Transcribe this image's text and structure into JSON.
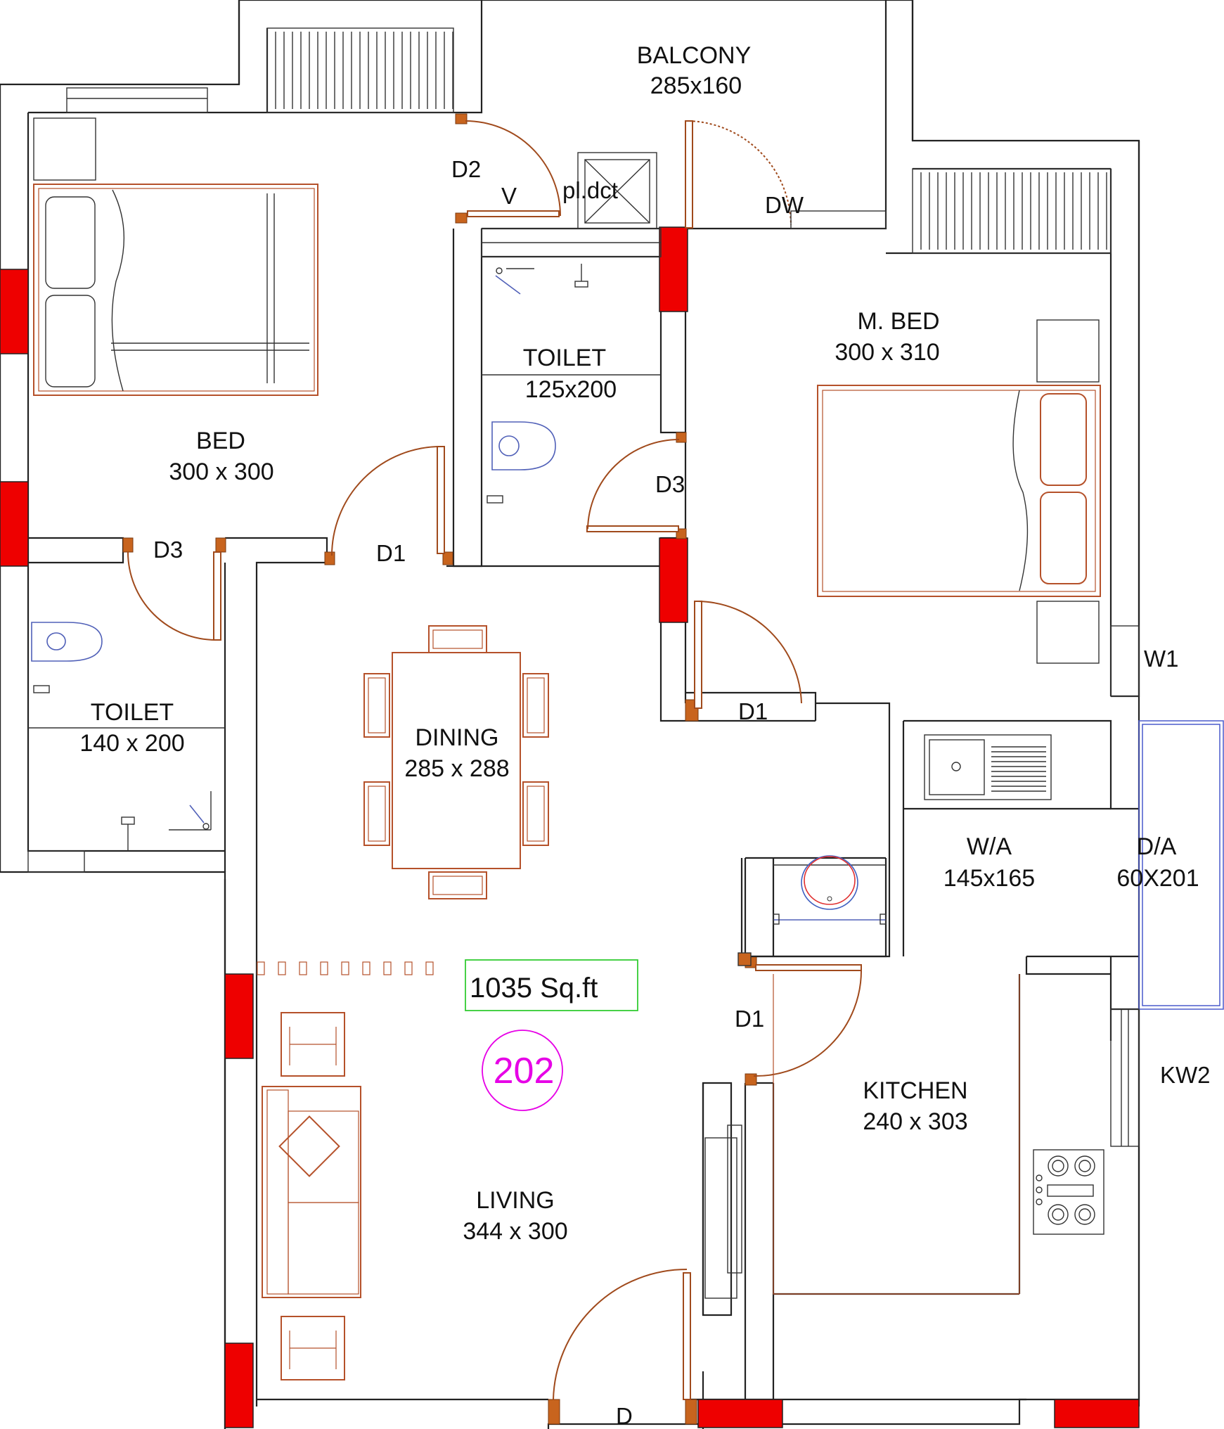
{
  "plan": {
    "unit_no": "202",
    "area": "1035 Sq.ft",
    "colors": {
      "wall_opening": "#ee0000",
      "furniture": "#b5512a",
      "unit_badge": "#e600e6",
      "area_box": "#33cc33",
      "fixtures": "#5060b8"
    }
  },
  "rooms": {
    "balcony": {
      "name": "BALCONY",
      "dim": "285x160"
    },
    "bed": {
      "name": "BED",
      "dim": "300 x 300"
    },
    "toilet_mid": {
      "name": "TOILET",
      "dim": "125x200"
    },
    "mbed": {
      "name": "M. BED",
      "dim": "300 x 310"
    },
    "toilet_left": {
      "name": "TOILET",
      "dim": "140 x 200"
    },
    "dining": {
      "name": "DINING",
      "dim": "285 x 288"
    },
    "wa": {
      "name": "W/A",
      "dim": "145x165"
    },
    "da": {
      "name": "D/A",
      "dim": "60X201"
    },
    "kitchen": {
      "name": "KITCHEN",
      "dim": "240 x 303"
    },
    "living": {
      "name": "LIVING",
      "dim": "344 x 300"
    }
  },
  "labels": {
    "d2": "D2",
    "v": "V",
    "pldct": "pl.dct",
    "dw": "DW",
    "d3_toilet": "D3",
    "d3_left": "D3",
    "d1_bed": "D1",
    "d1_mbed": "D1",
    "w1": "W1",
    "d1_kitchen": "D1",
    "kw2": "KW2",
    "d_main": "D"
  }
}
